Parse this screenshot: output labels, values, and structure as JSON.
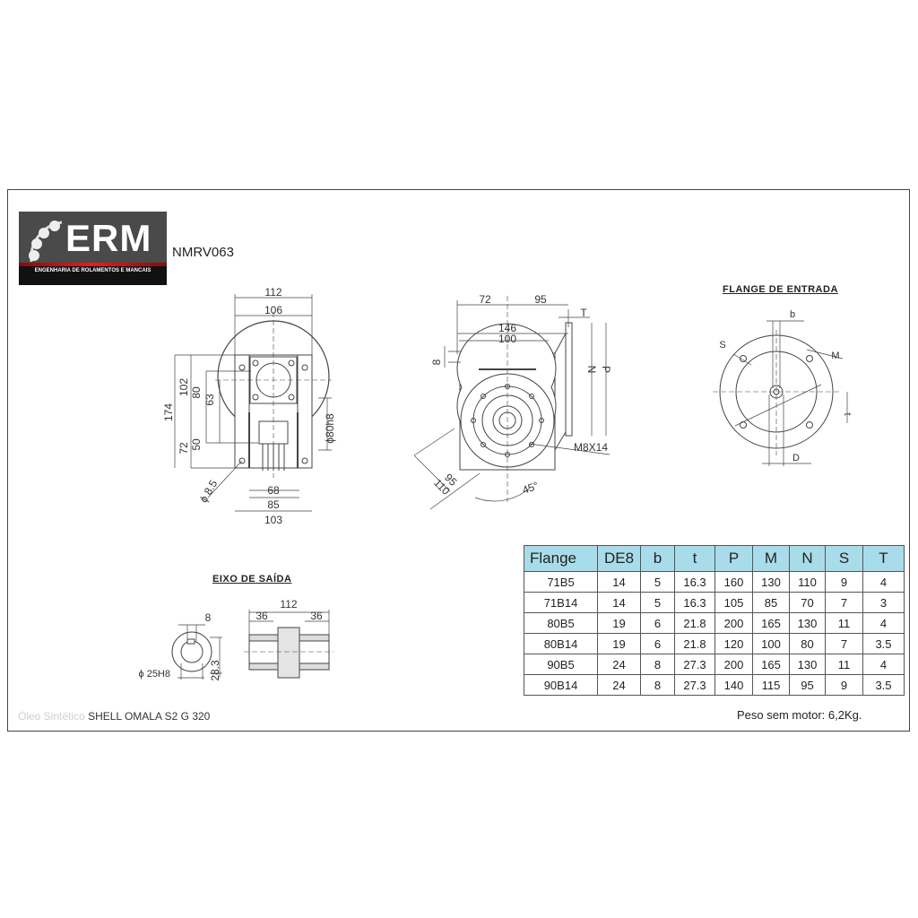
{
  "header": {
    "logo_text": "ERM",
    "logo_subtitle": "ENGENHARIA DE ROLAMENTOS E MANCAIS",
    "model": "NMRV063"
  },
  "front_view": {
    "dims": {
      "w112": "112",
      "w106": "106",
      "h174": "174",
      "h102": "102",
      "h80": "80",
      "h63": "63",
      "h72": "72",
      "h50": "50",
      "d80": "ϕ80h8",
      "d85": "ϕ 8.5",
      "w68": "68",
      "w85": "85",
      "w103": "103"
    }
  },
  "side_view": {
    "dims": {
      "d72": "72",
      "d95": "95",
      "T": "T",
      "d146": "146",
      "d100": "100",
      "d8": "8",
      "N": "N",
      "P": "P",
      "thread": "M8X14",
      "d95b": "95",
      "d110": "110",
      "angle": "45°"
    }
  },
  "input_flange": {
    "title": "FLANGE DE ENTRADA",
    "labels": {
      "b": "b",
      "S": "S",
      "M": "M",
      "t": "t",
      "D": "D"
    }
  },
  "output_shaft": {
    "title": "EIXO DE SAÍDA",
    "dims": {
      "key": "8",
      "bore": "ϕ 25H8",
      "height": "28.3",
      "length": "112",
      "left": "36",
      "right": "36"
    }
  },
  "lubricant": {
    "faded_prefix": "Óleo Sintético",
    "text": "SHELL OMALA S2 G 320"
  },
  "table": {
    "headers": [
      "Flange",
      "DE8",
      "b",
      "t",
      "P",
      "M",
      "N",
      "S",
      "T"
    ],
    "rows": [
      [
        "71B5",
        "14",
        "5",
        "16.3",
        "160",
        "130",
        "110",
        "9",
        "4"
      ],
      [
        "71B14",
        "14",
        "5",
        "16.3",
        "105",
        "85",
        "70",
        "7",
        "3"
      ],
      [
        "80B5",
        "19",
        "6",
        "21.8",
        "200",
        "165",
        "130",
        "11",
        "4"
      ],
      [
        "80B14",
        "19",
        "6",
        "21.8",
        "120",
        "100",
        "80",
        "7",
        "3.5"
      ],
      [
        "90B5",
        "24",
        "8",
        "27.3",
        "200",
        "165",
        "130",
        "11",
        "4"
      ],
      [
        "90B14",
        "24",
        "8",
        "27.3",
        "140",
        "115",
        "95",
        "9",
        "3.5"
      ]
    ]
  },
  "weight": "Peso sem motor: 6,2Kg.",
  "colors": {
    "header_bg": "#a9dcea",
    "logo_red": "#e02020",
    "logo_bg": "#4a4a4a"
  }
}
